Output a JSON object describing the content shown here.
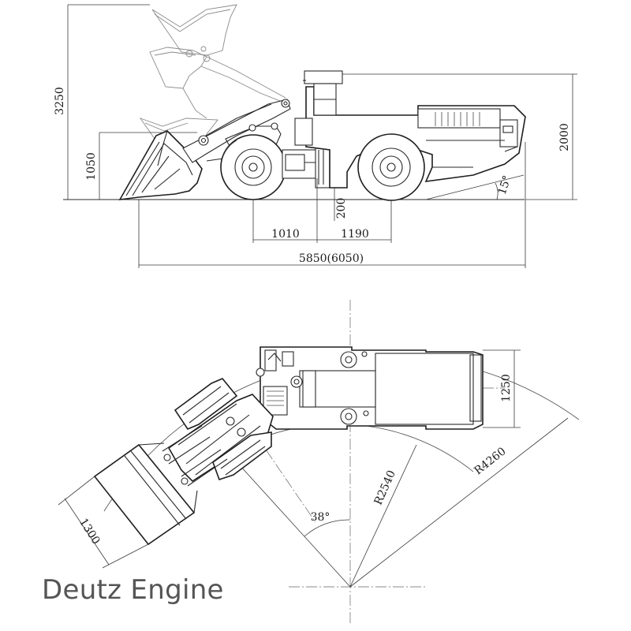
{
  "caption": "Deutz Engine",
  "side_view": {
    "height_raised": "3250",
    "height_bucket_pin": "1050",
    "height_cab": "2000",
    "ground_clearance": "200",
    "front_axle_to_hinge": "1010",
    "hinge_to_rear_axle": "1190",
    "overall_length": "5850(6050)",
    "departure_angle": "15°"
  },
  "top_view": {
    "body_width": "1250",
    "bucket_width": "1300",
    "inner_radius": "R2540",
    "outer_radius": "R4260",
    "articulation_angle": "38°"
  }
}
